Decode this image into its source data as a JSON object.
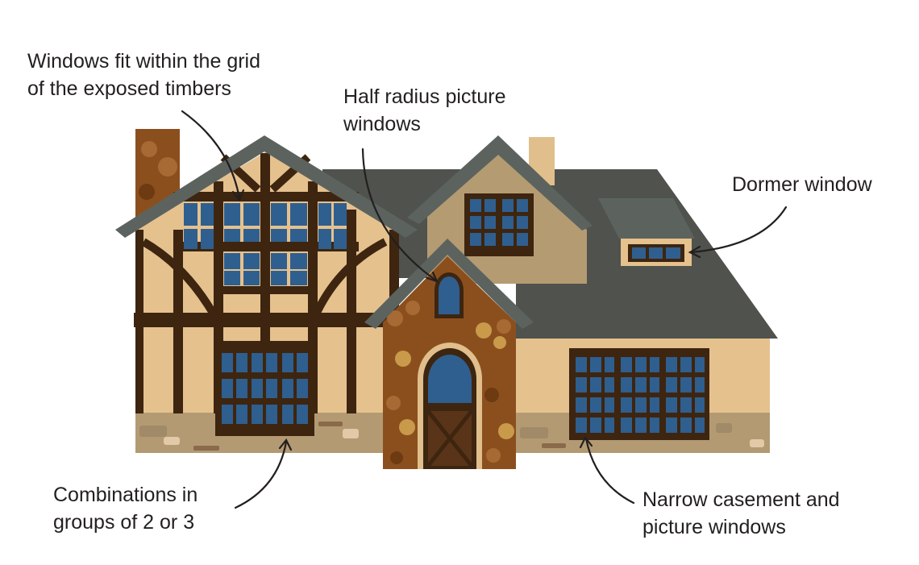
{
  "colors": {
    "roof": "#4f524d",
    "roof_edge": "#5c635e",
    "timber": "#3d2510",
    "plaster": "#e5c18e",
    "stone": "#8b4f1e",
    "stone_dark": "#6e3a12",
    "glass": "#2f5f8f",
    "base": "#b39a72",
    "upper_wall": "#b49b72"
  },
  "annotations": {
    "grid_windows": {
      "line1": "Windows fit within the grid",
      "line2": "of the exposed timbers"
    },
    "half_radius": {
      "line1": "Half radius picture",
      "line2": "windows"
    },
    "dormer": {
      "line1": "Dormer window"
    },
    "combinations": {
      "line1": "Combinations in",
      "line2": "groups of 2 or 3"
    },
    "casement": {
      "line1": "Narrow casement and",
      "line2": "picture windows"
    }
  }
}
